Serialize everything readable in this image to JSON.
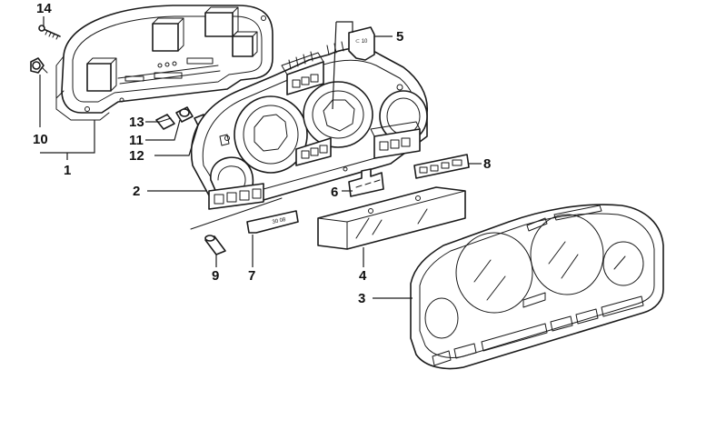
{
  "diagram": {
    "callouts": [
      {
        "id": "c14",
        "label": "14"
      },
      {
        "id": "c5",
        "label": "5"
      },
      {
        "id": "c10",
        "label": "10"
      },
      {
        "id": "c1",
        "label": "1"
      },
      {
        "id": "c13",
        "label": "13"
      },
      {
        "id": "c11",
        "label": "11"
      },
      {
        "id": "c12",
        "label": "12"
      },
      {
        "id": "c8",
        "label": "8"
      },
      {
        "id": "c2",
        "label": "2"
      },
      {
        "id": "c6",
        "label": "6"
      },
      {
        "id": "c9",
        "label": "9"
      },
      {
        "id": "c7",
        "label": "7"
      },
      {
        "id": "c4",
        "label": "4"
      },
      {
        "id": "c3",
        "label": "3"
      }
    ]
  }
}
